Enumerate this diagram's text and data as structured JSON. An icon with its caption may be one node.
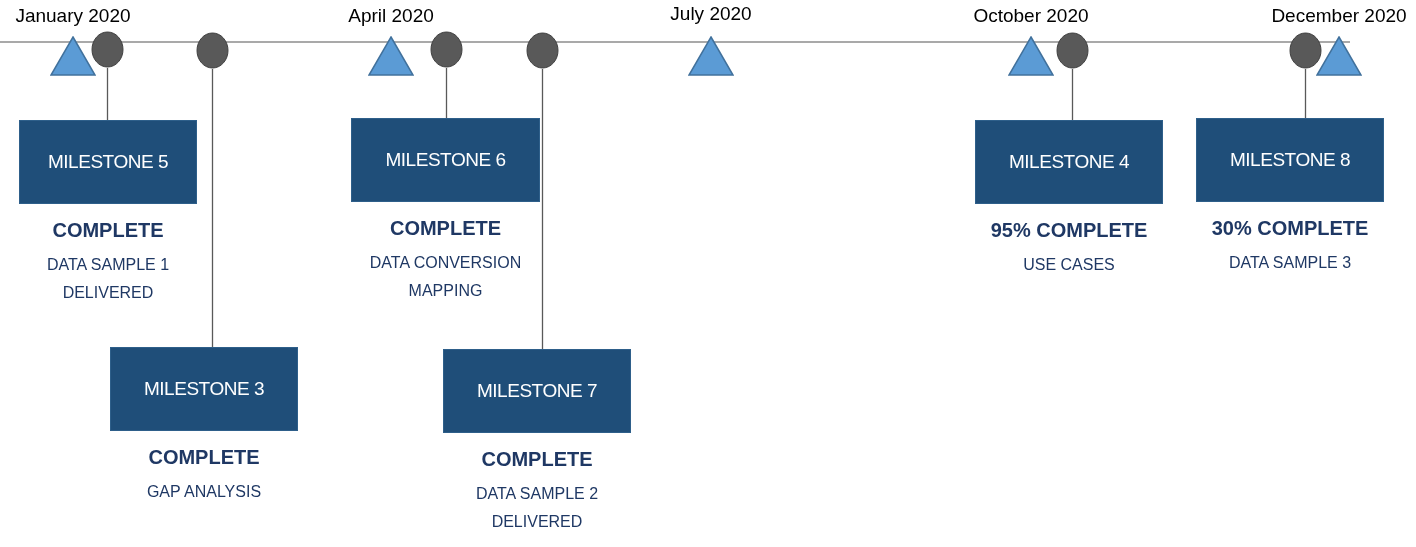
{
  "diagram": {
    "nodes": [
      {
        "text": [
          "January 2020"
        ]
      },
      {
        "text": [],
        "shape": "circle"
      },
      {
        "text": [
          "MILESTONE 5"
        ],
        "beside": [
          "COMPLETE",
          "DATA SAMPLE 1 DELIVERED"
        ]
      },
      {
        "text": [],
        "shape": "circle"
      },
      {
        "text": [
          "MILESTONE 3"
        ],
        "beside": [
          "COMPLETE",
          "GAP ANALYSIS"
        ]
      },
      {
        "text": [
          "April 2020"
        ]
      },
      {
        "text": [],
        "shape": "circle"
      },
      {
        "text": [
          "MILESTONE 6"
        ],
        "beside": [
          "COMPLETE",
          "DATA CONVERSION MAPPING"
        ]
      },
      {
        "text": [],
        "shape": "circle"
      },
      {
        "text": [
          "MILESTONE 7"
        ],
        "beside": [
          "COMPLETE",
          "DATA SAMPLE 2 DELIVERED"
        ]
      },
      {
        "text": [
          "July 2020"
        ]
      },
      {
        "text": [
          "October 2020"
        ]
      },
      {
        "text": [],
        "shape": "circle"
      },
      {
        "text": [
          "MILESTONE 4"
        ],
        "beside": [
          "95% COMPLETE",
          "USE CASES"
        ]
      },
      {
        "text": [],
        "shape": "circle"
      },
      {
        "text": [
          "MILESTONE 8"
        ],
        "beside": [
          "30% COMPLETE",
          "DATA SAMPLE 3"
        ]
      },
      {
        "text": [
          "December 2020"
        ]
      }
    ],
    "edges": [
      {
        "from": 1,
        "to": 2,
        "arrow": "none"
      },
      {
        "from": 3,
        "to": 4,
        "arrow": "none"
      },
      {
        "from": 6,
        "to": 7,
        "arrow": "none"
      },
      {
        "from": 8,
        "to": 9,
        "arrow": "none"
      },
      {
        "from": 12,
        "to": 13,
        "arrow": "none"
      },
      {
        "from": 14,
        "to": 15,
        "arrow": "none"
      }
    ]
  }
}
